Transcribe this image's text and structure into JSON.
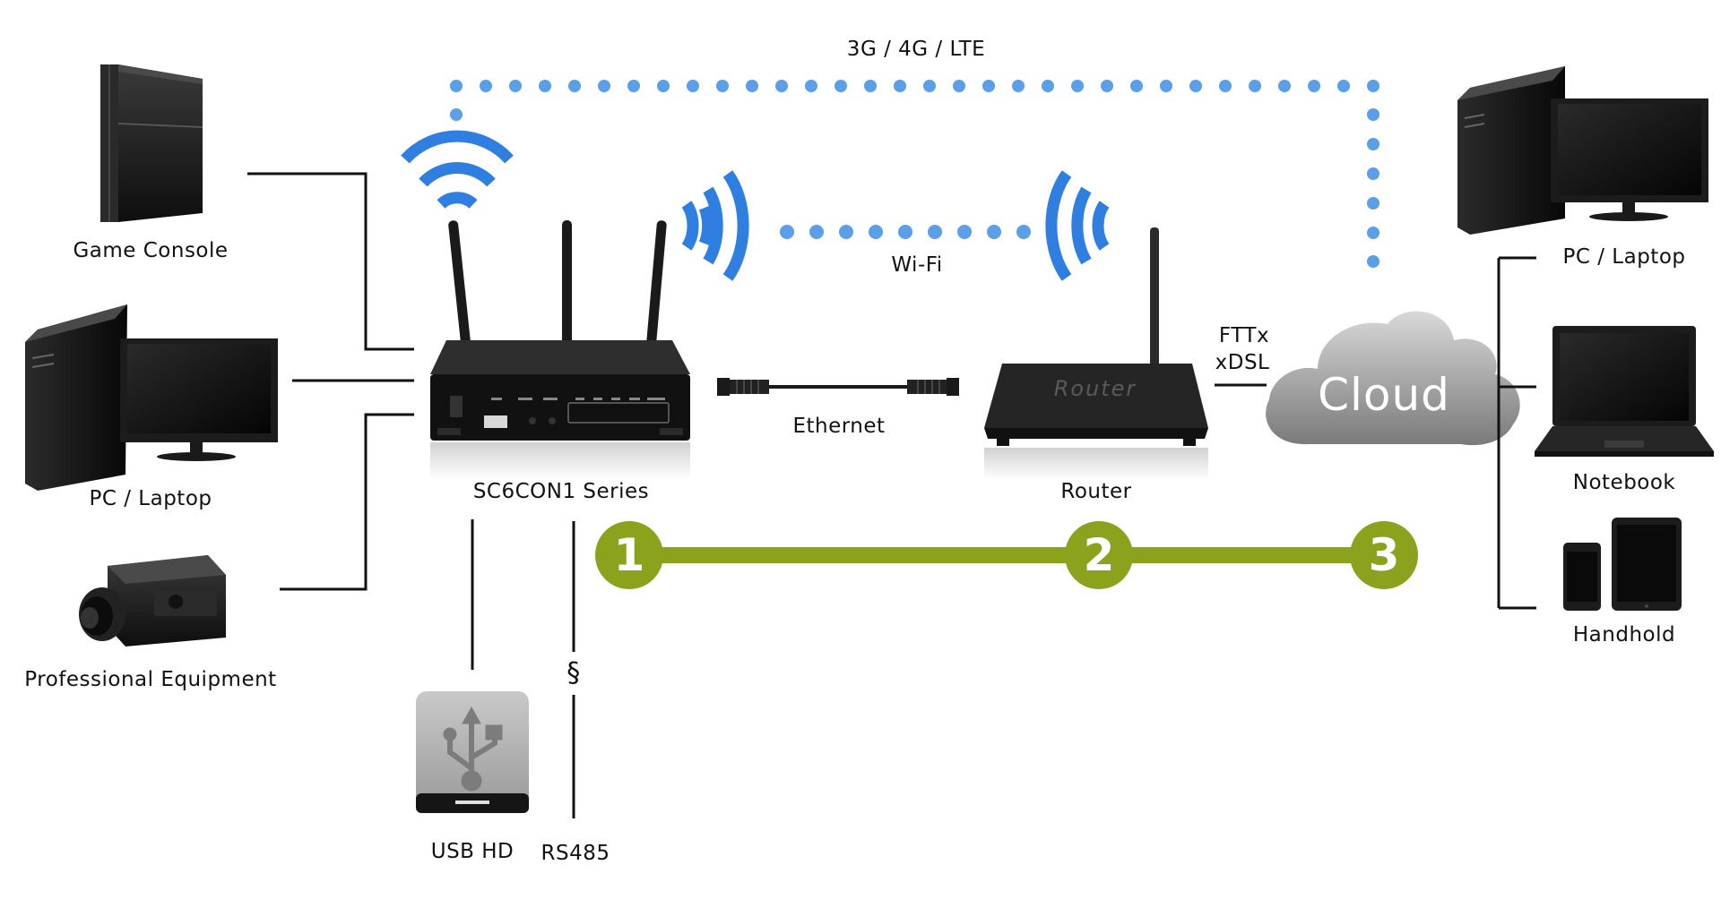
{
  "labels": {
    "cellular": "3G / 4G / LTE",
    "wifi": "Wi-Fi",
    "ethernet": "Ethernet",
    "fttx": "FTTx",
    "xdsl": "xDSL",
    "router_caption": "Router",
    "router_brand": "Router",
    "cloud": "Cloud",
    "device_main": "SC6CON1 Series",
    "usb_hd": "USB HD",
    "rs485": "RS485",
    "serial_symbol": "§",
    "left_devices": [
      "Game Console",
      "PC / Laptop",
      "Professional Equipment"
    ],
    "right_devices": [
      "PC / Laptop",
      "Notebook",
      "Handhold"
    ]
  },
  "steps": [
    "1",
    "2",
    "3"
  ],
  "colors": {
    "wifi_blue": "#2f7fe0",
    "dot_blue": "#5a9fe8",
    "step_green": "#8aa21c",
    "device_black": "#1b1b1b",
    "cloud_gray": "#8a8a8a"
  }
}
